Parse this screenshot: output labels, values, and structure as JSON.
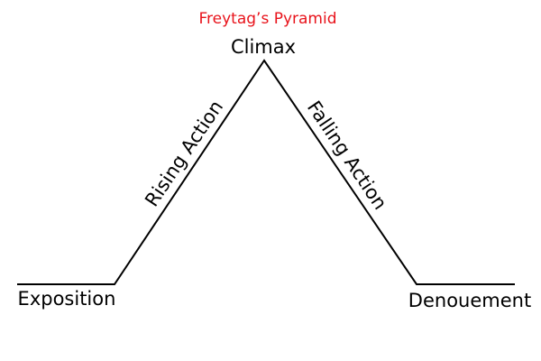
{
  "diagram": {
    "title": "Freytag’s Pyramid",
    "title_color": "#e8131b",
    "line_color": "#000000",
    "stages": {
      "exposition": "Exposition",
      "rising_action": "Rising Action",
      "climax": "Climax",
      "falling_action": "Falling Action",
      "denouement": "Denouement"
    }
  }
}
